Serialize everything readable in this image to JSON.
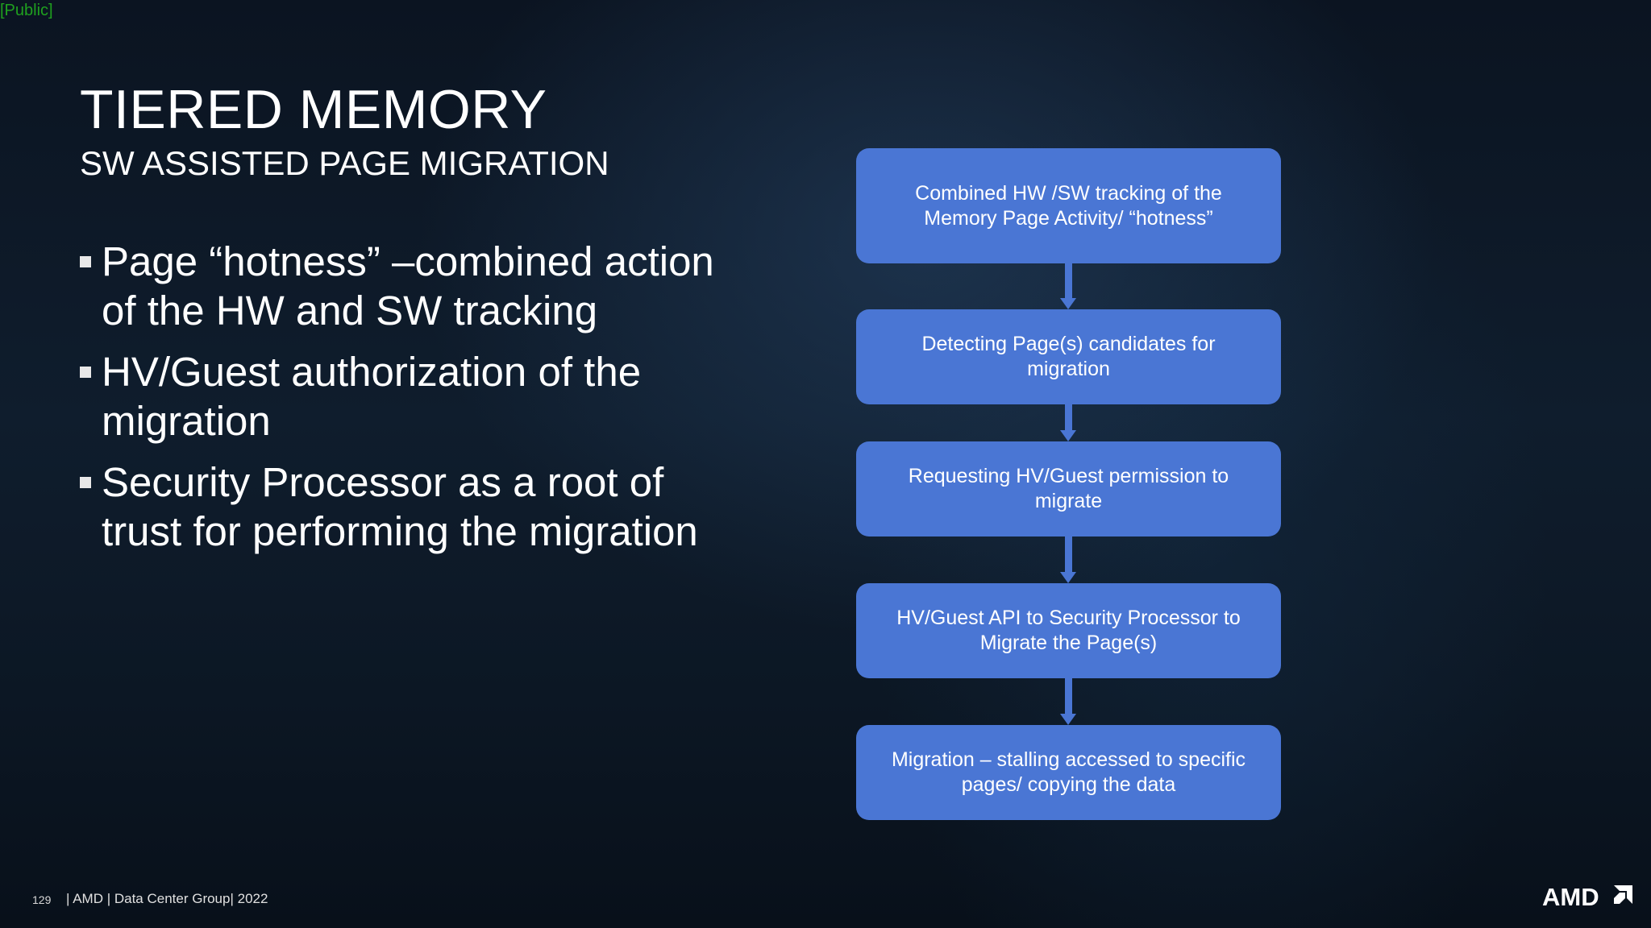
{
  "classification": "[Public]",
  "title": "TIERED MEMORY",
  "subtitle": "SW ASSISTED PAGE MIGRATION",
  "bullets": [
    "Page “hotness” –combined action of the HW and SW tracking",
    "HV/Guest authorization of the migration",
    "Security Processor as a root of trust for performing the migration"
  ],
  "flow_steps": [
    "Combined HW /SW tracking of the Memory Page Activity/ “hotness”",
    "Detecting Page(s) candidates for migration",
    "Requesting HV/Guest permission to migrate",
    "HV/Guest API to Security Processor to Migrate the Page(s)",
    "Migration – stalling accessed to specific pages/ copying the data"
  ],
  "footer": {
    "page_number": "129",
    "text": "| AMD | Data Center Group| 2022"
  },
  "logo": "AMD",
  "colors": {
    "box_fill": "#4a76d4",
    "classification": "#1fa01f"
  }
}
